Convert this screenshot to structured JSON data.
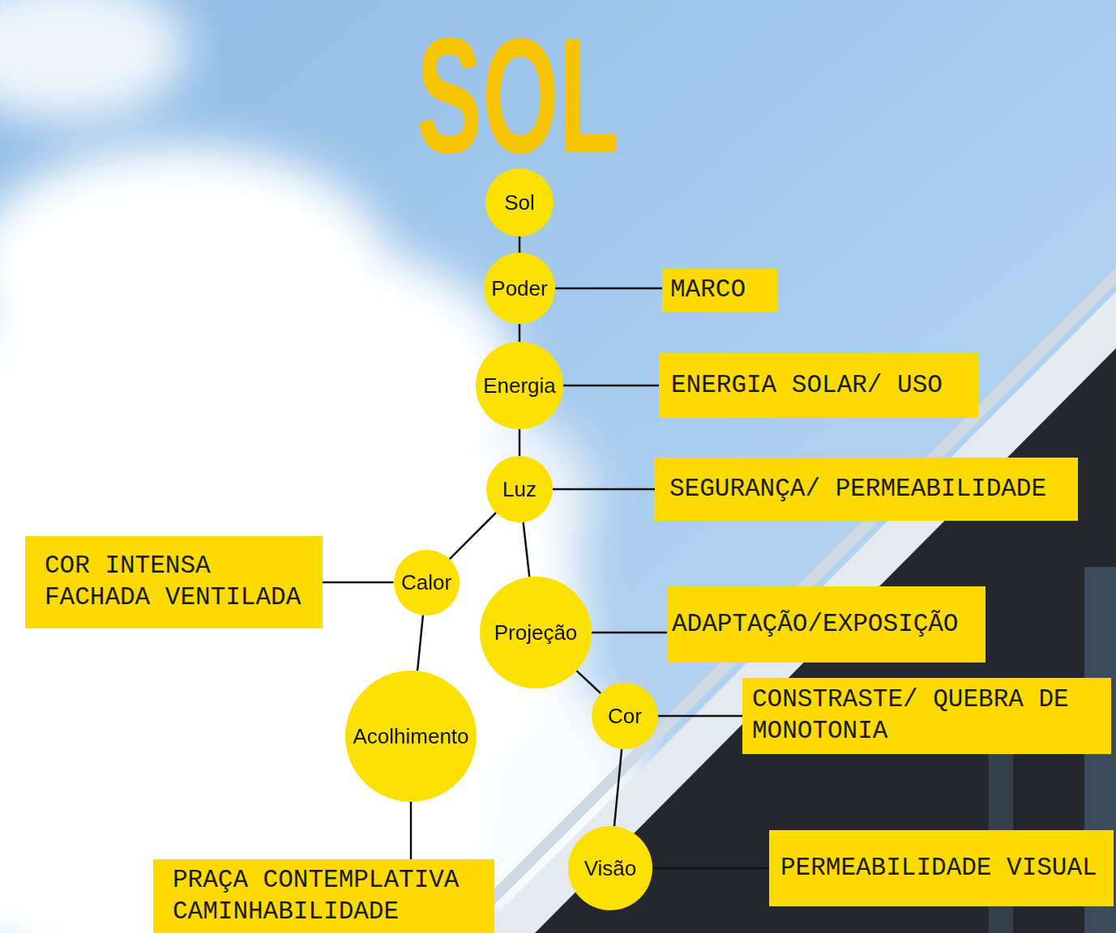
{
  "diagram": {
    "title": "SOL",
    "nodes": [
      {
        "text": [
          "Sol"
        ]
      },
      {
        "text": [
          "Poder"
        ]
      },
      {
        "text": [
          "MARCO"
        ]
      },
      {
        "text": [
          "Energia"
        ]
      },
      {
        "text": [
          "ENERGIA SOLAR/ USO"
        ]
      },
      {
        "text": [
          "Luz"
        ]
      },
      {
        "text": [
          "SEGURANÇA/ PERMEABILIDADE"
        ]
      },
      {
        "text": [
          "COR INTENSA FACHADA VENTILADA"
        ]
      },
      {
        "text": [
          "Calor"
        ]
      },
      {
        "text": [
          "Projeção"
        ]
      },
      {
        "text": [
          "ADAPTAÇÃO/EXPOSIÇÃO"
        ]
      },
      {
        "text": [
          "Acolhimento"
        ]
      },
      {
        "text": [
          "Cor"
        ]
      },
      {
        "text": [
          "CONSTRASTE/ QUEBRA DE MONOTONIA"
        ]
      },
      {
        "text": [
          "Visão"
        ]
      },
      {
        "text": [
          "PERMEABILIDADE VISUAL"
        ]
      },
      {
        "text": [
          "PRAÇA CONTEMPLATIVA CAMINHABILIDADE"
        ]
      }
    ],
    "edges": [
      {
        "from": 0,
        "to": 1,
        "arrow": "none"
      },
      {
        "from": 1,
        "to": 2,
        "arrow": "none"
      },
      {
        "from": 1,
        "to": 3,
        "arrow": "none"
      },
      {
        "from": 3,
        "to": 4,
        "arrow": "none"
      },
      {
        "from": 3,
        "to": 5,
        "arrow": "none"
      },
      {
        "from": 5,
        "to": 6,
        "arrow": "none"
      },
      {
        "from": 5,
        "to": 8,
        "arrow": "none"
      },
      {
        "from": 5,
        "to": 9,
        "arrow": "none"
      },
      {
        "from": 8,
        "to": 7,
        "arrow": "none"
      },
      {
        "from": 9,
        "to": 10,
        "arrow": "none"
      },
      {
        "from": 8,
        "to": 11,
        "arrow": "none"
      },
      {
        "from": 9,
        "to": 12,
        "arrow": "none"
      },
      {
        "from": 12,
        "to": 13,
        "arrow": "none"
      },
      {
        "from": 12,
        "to": 14,
        "arrow": "none"
      },
      {
        "from": 14,
        "to": 15,
        "arrow": "none"
      },
      {
        "from": 11,
        "to": 16,
        "arrow": "none"
      }
    ]
  }
}
